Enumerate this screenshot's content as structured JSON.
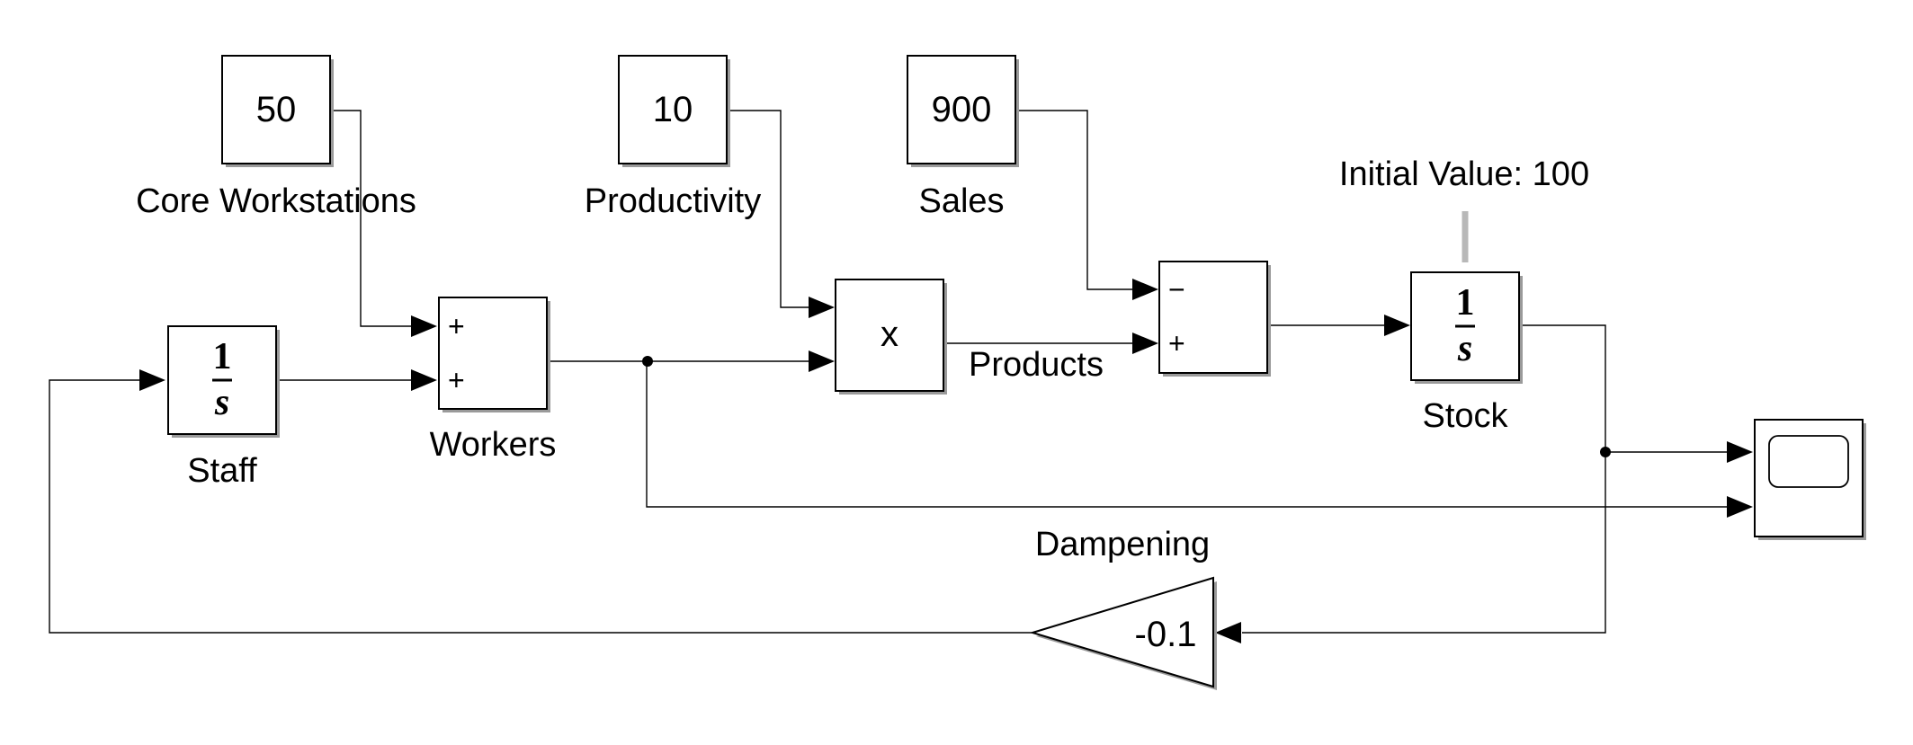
{
  "blocks": {
    "core_workstations": {
      "value": "50",
      "label": "Core Workstations"
    },
    "productivity": {
      "value": "10",
      "label": "Productivity"
    },
    "sales": {
      "value": "900",
      "label": "Sales"
    },
    "staff": {
      "numerator": "1",
      "denominator": "s",
      "label": "Staff"
    },
    "workers": {
      "port_top": "+",
      "port_bottom": "+",
      "label": "Workers"
    },
    "product": {
      "symbol": "x"
    },
    "subtract": {
      "port_top": "−",
      "port_bottom": "+"
    },
    "stock": {
      "numerator": "1",
      "denominator": "s",
      "label": "Stock",
      "annotation": "Initial Value: 100"
    },
    "dampening": {
      "value": "-0.1",
      "label": "Dampening"
    }
  },
  "signals": {
    "products": "Products"
  }
}
